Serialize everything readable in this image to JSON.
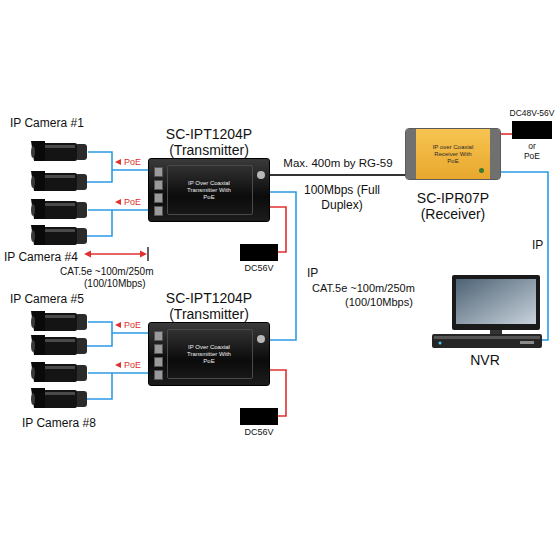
{
  "diagram": {
    "nodes": [
      {
        "text": [
          "IP Camera #1",
          "IP Camera #4"
        ]
      },
      {
        "text": [
          "SC-IPT1204P (Transmitter)",
          "IP Over Coaxial Transmitter With PoE"
        ]
      },
      {
        "text": [
          "IP over Coaxial Receiver With PoE",
          "SC-IPR07P (Receiver)"
        ]
      },
      {
        "text": [
          "DC48V-56V",
          "or PoE"
        ]
      },
      {
        "text": [
          "DC56V"
        ]
      },
      {
        "text": [
          "NVR"
        ]
      },
      {
        "text": [
          "IP Camera #5",
          "IP Camera #8"
        ]
      },
      {
        "text": [
          "SC-IPT1204P (Transmitter)",
          "IP Over Coaxial Transmitter With PoE"
        ]
      },
      {
        "text": [
          "DC56V"
        ]
      }
    ],
    "edges": [
      {
        "from": 1,
        "to": 0,
        "label": "PoE",
        "arrow": "none"
      },
      {
        "from": 1,
        "to": 0,
        "label": "PoE",
        "arrow": "none"
      },
      {
        "from": 1,
        "to": 2,
        "label": "Max. 400m by RG-59",
        "arrow": "none"
      },
      {
        "from": 7,
        "to": 1,
        "label": "IP",
        "arrow": "none"
      },
      {
        "from": 1,
        "to": 4,
        "arrow": "none"
      },
      {
        "from": 2,
        "to": 3,
        "arrow": "none"
      },
      {
        "from": 2,
        "to": 5,
        "label": "IP",
        "arrow": "none"
      },
      {
        "from": 7,
        "to": 6,
        "label": "PoE",
        "arrow": "none"
      },
      {
        "from": 7,
        "to": 6,
        "label": "PoE",
        "arrow": "none"
      },
      {
        "from": 7,
        "to": 8,
        "arrow": "none"
      }
    ],
    "labels": [
      "CAT.5e ~100m/250m",
      "(100/10Mbps)",
      "100Mbps (Full Duplex)",
      "CAT.5e ~100m/250m",
      "(100/10Mbps)"
    ]
  }
}
